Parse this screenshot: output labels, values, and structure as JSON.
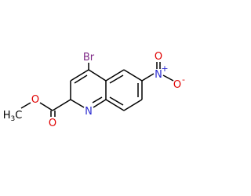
{
  "molecule": {
    "atoms": {
      "bromine": {
        "label": "Br",
        "color": "#7f2a87"
      },
      "ring_nitrogen": {
        "label": "N",
        "color": "#2a2ad0"
      },
      "nitro_nitrogen": {
        "label": "N",
        "color": "#2a2ad0",
        "charge": "+"
      },
      "nitro_oxygen_double": {
        "label": "O",
        "color": "#e00000"
      },
      "nitro_oxygen_single": {
        "label": "O",
        "color": "#e00000",
        "charge": "-"
      },
      "carbonyl_oxygen": {
        "label": "O",
        "color": "#e00000"
      },
      "ester_oxygen": {
        "label": "O",
        "color": "#e00000"
      },
      "methyl": {
        "label": "H3C",
        "color": "#000000"
      }
    },
    "bond_color": "#000000"
  }
}
